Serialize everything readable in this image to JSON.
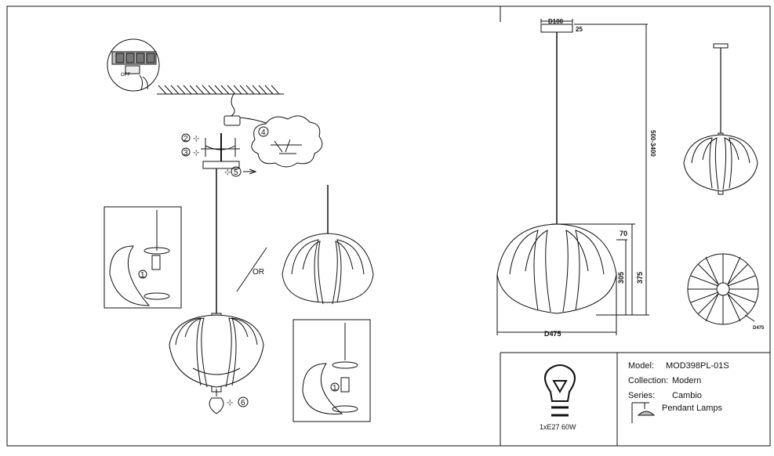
{
  "install": {
    "switch_label": "OFF",
    "steps": [
      "2",
      "3",
      "4",
      "5",
      "6"
    ],
    "detail_step": "1",
    "or_label": "OR"
  },
  "dimensions": {
    "canopy_diameter": "D100",
    "canopy_height": "25",
    "cord_length": "500-3400",
    "top_offset": "70",
    "shade_height": "305",
    "total_height": "375",
    "shade_diameter": "D475",
    "plan_diameter": "D475"
  },
  "info": {
    "bulb": "1xE27 60W",
    "model_label": "Model:",
    "model_value": "MOD398PL-01S",
    "collection_label": "Collection:",
    "collection_value": "Modern",
    "series_label": "Series:",
    "series_value": "Cambio",
    "type_value": "Pendant Lamps"
  }
}
